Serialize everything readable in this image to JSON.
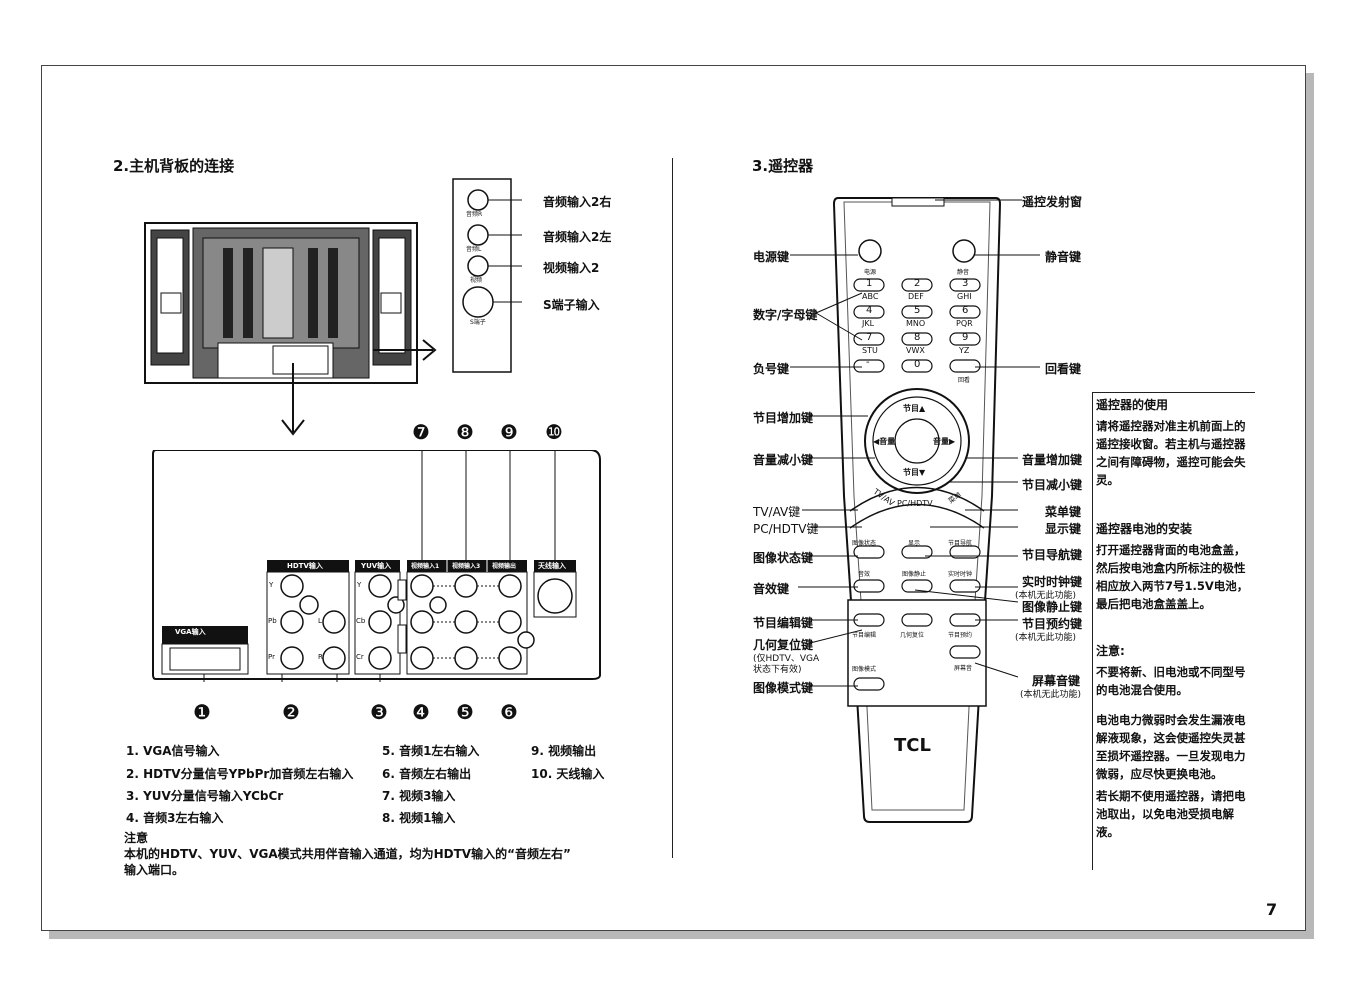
{
  "left": {
    "title": "2.主机背板的连接",
    "side_panel": {
      "labels": [
        "音频输入2右",
        "音频输入2左",
        "视频输入2",
        "S端子输入"
      ],
      "jack_marks": [
        "音频R",
        "音频L",
        "视频",
        "S端子"
      ]
    },
    "panel_labels": {
      "vga": "VGA输入",
      "hdtv": "HDTV输入",
      "yuv": "YUV输入",
      "av1": "视频输入1",
      "av2": "视频输入3",
      "av3": "视频输出",
      "ant": "天线输入",
      "hdtv_rows": [
        "Y",
        "Pb",
        "Pr"
      ],
      "yuv_rows": [
        "Y",
        "Cb",
        "Cr"
      ],
      "lr": [
        "L",
        "R"
      ]
    },
    "top_numbers": [
      "❼",
      "❽",
      "❾",
      "❿"
    ],
    "bottom_numbers": [
      "❶",
      "❷",
      "❸",
      "❹",
      "❺",
      "❻"
    ],
    "legend_col1": [
      "1.  VGA信号输入",
      "2. HDTV分量信号YPbPr加音频左右输入",
      "3.  YUV分量信号输入YCbCr",
      "4.  音频3左右输入"
    ],
    "legend_col2": [
      "5.  音频1左右输入",
      "6.  音频左右输出",
      "7.  视频3输入",
      "8.  视频1输入"
    ],
    "legend_col3": [
      "9.  视频输出",
      "10.  天线输入"
    ],
    "note_title": "注意",
    "note_body_1": "本机的HDTV、YUV、VGA模式共用伴音输入通道，均为HDTV输入的“音频左右”",
    "note_body_2": "输入端口。"
  },
  "right": {
    "title": "3.遥控器",
    "callouts_left": [
      "电源键",
      "数字/字母键",
      "负号键",
      "节目增加键",
      "音量减小键",
      "TV/AV键",
      "PC/HDTV键",
      "图像状态键",
      "音效键",
      "节目编辑键",
      "几何复位键",
      "(仅HDTV、VGA",
      "状态下有效)",
      "图像模式键"
    ],
    "callouts_right": [
      "遥控发射窗",
      "静音键",
      "回看键",
      "音量增加键",
      "节目减小键",
      "菜单键",
      "显示键",
      "节目导航键",
      "实时时钟键",
      "(本机无此功能)",
      "图像静止键",
      "节目预约键",
      "(本机无此功能)",
      "屏幕音键",
      "(本机无此功能)"
    ],
    "remote": {
      "brand": "TCL",
      "power_label": "电源",
      "mute_label": "静音",
      "keys": [
        "1",
        "2",
        "3",
        "4",
        "5",
        "6",
        "7",
        "8",
        "9",
        "-",
        "0",
        "回看"
      ],
      "letters": [
        "ABC",
        "DEF",
        "GHI",
        "JKL",
        "MNO",
        "PQR",
        "STU",
        "VWX",
        "YZ"
      ],
      "nav_up": "节目▲",
      "nav_down": "节目▼",
      "nav_left": "◀音量",
      "nav_right": "音量▶",
      "tvav": "TV/AV",
      "pchdtv": "PC/HDTV",
      "menu": "菜单",
      "row1": [
        "图像状态",
        "显示",
        "节目导航"
      ],
      "row2": [
        "音效",
        "图像静止",
        "实时时钟"
      ],
      "row3": [
        "节目编辑",
        "几何复位",
        "节目预约"
      ],
      "row4_right": "屏幕音",
      "row5_left": "图像模式"
    },
    "usage": {
      "title": "遥控器的使用",
      "p1": "请将遥控器对准主机前面上的遥控接收窗。若主机与遥控器之间有障碍物，遥控可能会失灵。",
      "battery_title": "遥控器电池的安装",
      "p2": "打开遥控器背面的电池盒盖，然后按电池盒内所标注的极性相应放入两节7号1.5V电池，最后把电池盒盖盖上。",
      "note_title": "注意:",
      "p3": "不要将新、旧电池或不同型号的电池混合使用。",
      "p4": "电池电力微弱时会发生漏液电解液现象，这会使遥控失灵甚至损坏遥控器。一旦发现电力微弱，应尽快更换电池。",
      "p5": "若长期不使用遥控器，请把电池取出，以免电池受损电解液。"
    }
  },
  "page_number": "7"
}
